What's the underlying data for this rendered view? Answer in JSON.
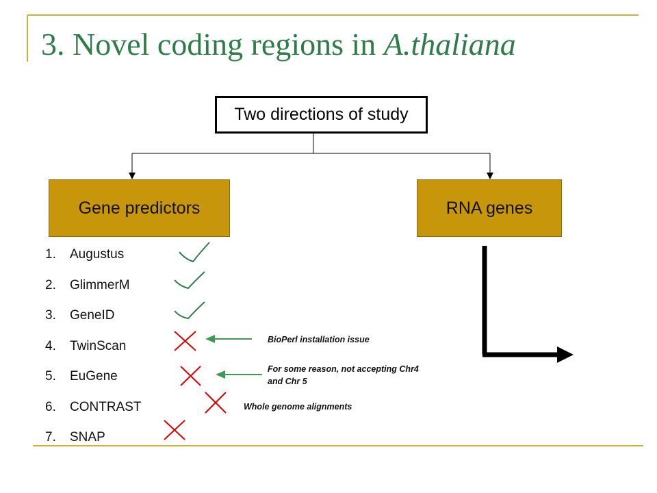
{
  "title": {
    "main": "3. Novel coding regions in ",
    "italic": "A.thaliana"
  },
  "diagram": {
    "root_label": "Two directions of study",
    "left_branch_label": "Gene predictors",
    "right_branch_label": "RNA genes"
  },
  "predictors": [
    {
      "num": "1.",
      "name": "Augustus",
      "status": "check"
    },
    {
      "num": "2.",
      "name": "GlimmerM",
      "status": "check"
    },
    {
      "num": "3.",
      "name": "GeneID",
      "status": "check"
    },
    {
      "num": "4.",
      "name": "TwinScan",
      "status": "cross"
    },
    {
      "num": "5.",
      "name": "EuGene",
      "status": "cross"
    },
    {
      "num": "6.",
      "name": "CONTRAST",
      "status": "cross"
    },
    {
      "num": "7.",
      "name": "SNAP",
      "status": "cross"
    }
  ],
  "notes": {
    "twinscan": "BioPerl installation  issue",
    "eugene_line1": "For some reason, not accepting Chr4",
    "eugene_line2": "and Chr 5",
    "contrast": "Whole genome alignments"
  },
  "colors": {
    "title": "#2e7d48",
    "box_fill": "#c8960a",
    "check_mark": "#2e7d48",
    "cross_mark": "#dd0000",
    "pointer_arrow": "#3d9a55",
    "accent_lines": "#c9b23a"
  }
}
